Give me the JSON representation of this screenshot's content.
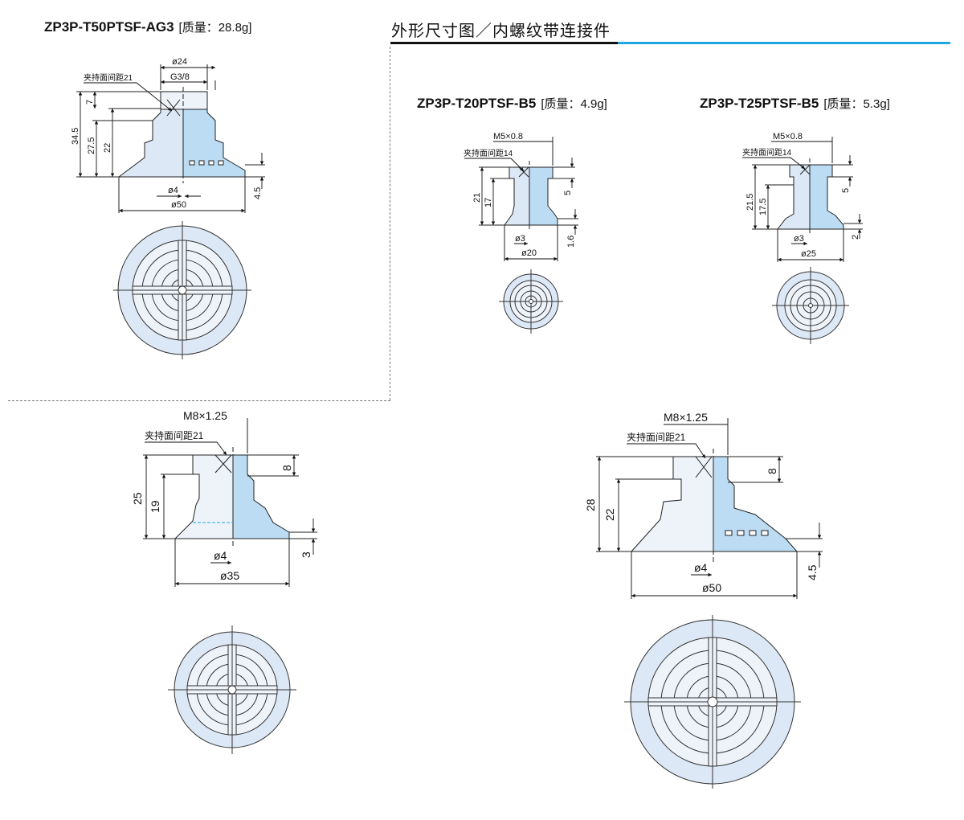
{
  "section": {
    "title": "外形尺寸图／内螺纹带连接件"
  },
  "colors": {
    "accent": "#1fa8e0",
    "pad_fill": "#dce8f6",
    "hatch_fill": "#bcdcf3"
  },
  "models": [
    {
      "title": "ZP3P-T50PTSF-AG3",
      "mass": "[质量：28.8g]",
      "labels": {
        "top_dia": "ø24",
        "thread": "G3/8",
        "wrench": "夹持面间距21",
        "h1": "34.5",
        "h2": "27.5",
        "h3": "22",
        "h4": "7",
        "bottom_h": "4.5",
        "hole": "ø4",
        "pad_dia": "ø50"
      }
    },
    {
      "title": "ZP3P-T20PTSF-B5",
      "mass": "[质量：4.9g]",
      "labels": {
        "thread": "M5×0.8",
        "wrench": "夹持面间距14",
        "h1": "21",
        "h2": "17",
        "right_h": "5",
        "bottom_h": "1.6",
        "hole": "ø3",
        "pad_dia": "ø20"
      }
    },
    {
      "title": "ZP3P-T25PTSF-B5",
      "mass": "[质量：5.3g]",
      "labels": {
        "thread": "M5×0.8",
        "wrench": "夹持面间距14",
        "h1": "21.5",
        "h2": "17.5",
        "right_h": "5",
        "bottom_h": "2",
        "hole": "ø3",
        "pad_dia": "ø25"
      }
    },
    {
      "labels": {
        "thread": "M8×1.25",
        "wrench": "夹持面间距21",
        "h1": "25",
        "h2": "19",
        "right_h": "8",
        "bottom_h": "3",
        "hole": "ø4",
        "pad_dia": "ø35"
      }
    },
    {
      "labels": {
        "thread": "M8×1.25",
        "wrench": "夹持面间距21",
        "h1": "28",
        "h2": "22",
        "right_h": "8",
        "bottom_h": "4.5",
        "hole": "ø4",
        "pad_dia": "ø50"
      }
    }
  ]
}
